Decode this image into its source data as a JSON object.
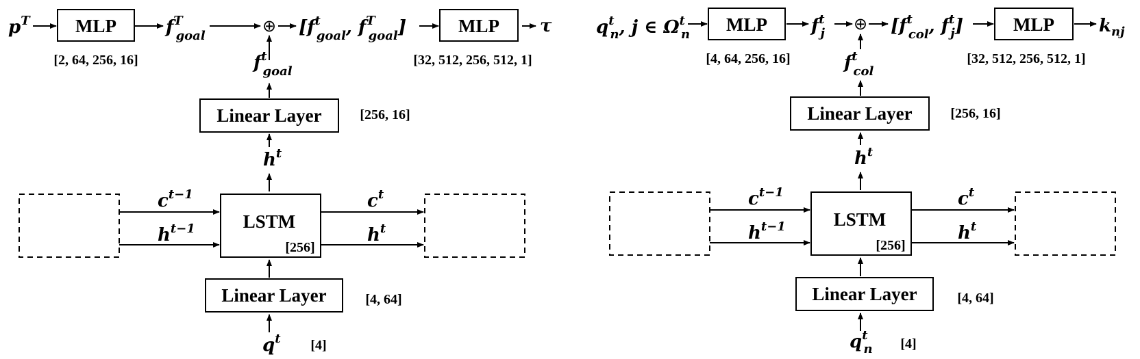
{
  "left": {
    "input_pT": "p",
    "input_pT_sup": "T",
    "mlp1_label": "MLP",
    "mlp1_dims": "[2, 64, 256, 16]",
    "f_goal_T": "f",
    "f_goal_T_sup": "T",
    "f_goal_T_sub": "goal",
    "concat_symbol": "⊕",
    "concat_label_open": "[f",
    "concat_label_sup1": "t",
    "concat_label_sub1": "goal",
    "concat_label_mid": ", f",
    "concat_label_sup2": "T",
    "concat_label_sub2": "goal",
    "concat_label_close": "]",
    "mlp2_label": "MLP",
    "mlp2_dims": "[32, 512, 256, 512, 1]",
    "output": "τ",
    "f_goal_t": "f",
    "f_goal_t_sup": "t",
    "f_goal_t_sub": "goal",
    "linear_top_label": "Linear Layer",
    "linear_top_dims": "[256, 16]",
    "h_t": "h",
    "h_t_sup": "t",
    "lstm_label": "LSTM",
    "lstm_dims": "[256]",
    "c_prev": "c",
    "c_prev_sup": "t−1",
    "h_prev": "h",
    "h_prev_sup": "t−1",
    "c_next": "c",
    "c_next_sup": "t",
    "h_next": "h",
    "h_next_sup": "t",
    "linear_bottom_label": "Linear Layer",
    "linear_bottom_dims": "[4, 64]",
    "input_q": "q",
    "input_q_sup": "t",
    "input_q_dims": "[4]"
  },
  "right": {
    "input_q": "q",
    "input_q_sup": "t",
    "input_q_sub": "n",
    "input_rest": ", j ∈ Ω",
    "input_omega_sup": "t",
    "input_omega_sub": "n",
    "mlp1_label": "MLP",
    "mlp1_dims": "[4, 64, 256, 16]",
    "f_j": "f",
    "f_j_sup": "t",
    "f_j_sub": "j",
    "concat_symbol": "⊕",
    "concat_label_open": "[f",
    "concat_label_sup1": "t",
    "concat_label_sub1": "col",
    "concat_label_mid": ", f",
    "concat_label_sup2": "t",
    "concat_label_sub2": "j",
    "concat_label_close": "]",
    "mlp2_label": "MLP",
    "mlp2_dims": "[32, 512, 256, 512, 1]",
    "output": "k",
    "output_sub": "nj",
    "f_col": "f",
    "f_col_sup": "t",
    "f_col_sub": "col",
    "linear_top_label": "Linear Layer",
    "linear_top_dims": "[256, 16]",
    "h_t": "h",
    "h_t_sup": "t",
    "lstm_label": "LSTM",
    "lstm_dims": "[256]",
    "c_prev": "c",
    "c_prev_sup": "t−1",
    "h_prev": "h",
    "h_prev_sup": "t−1",
    "c_next": "c",
    "c_next_sup": "t",
    "h_next": "h",
    "h_next_sup": "t",
    "linear_bottom_label": "Linear Layer",
    "linear_bottom_dims": "[4, 64]",
    "input_q_dims": "[4]"
  }
}
